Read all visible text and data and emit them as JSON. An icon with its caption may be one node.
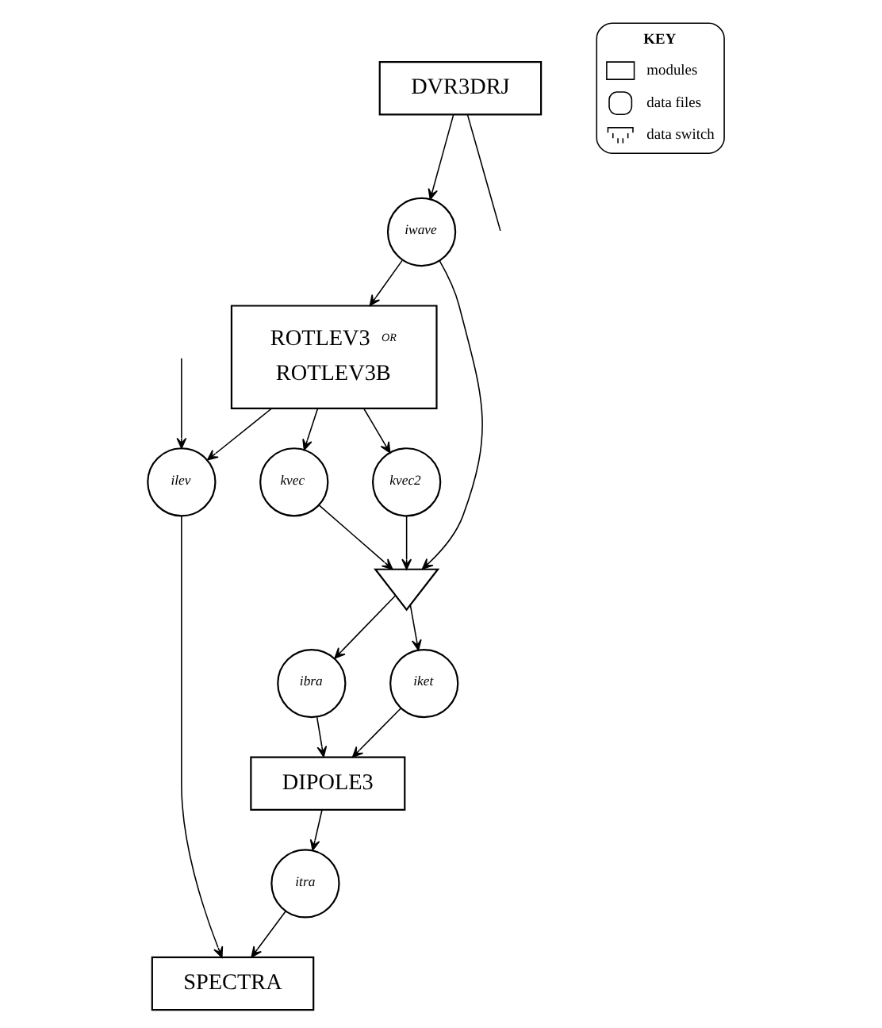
{
  "diagram": {
    "nodes": [
      {
        "text": [
          "DVR3DRJ"
        ]
      },
      {
        "text": [
          "iwave"
        ]
      },
      {
        "text": [
          "ROTLEV3",
          "OR",
          "ROTLEV3B"
        ]
      },
      {
        "text": [],
        "shape": "triangle"
      },
      {
        "text": [
          "kvec"
        ]
      },
      {
        "text": [
          "ilev"
        ]
      },
      {
        "text": [
          "ibra"
        ]
      },
      {
        "text": [
          "iket"
        ]
      },
      {
        "text": [
          "kvec2"
        ]
      },
      {
        "text": [
          "DIPOLE3"
        ]
      },
      {
        "text": [
          "itra"
        ]
      },
      {
        "text": [
          "SPECTRA"
        ]
      }
    ],
    "edges": [
      {
        "from": 0,
        "to": 1,
        "arrow": "to"
      },
      {
        "from": 0,
        "to": null,
        "arrow": "none"
      },
      {
        "from": 1,
        "to": 2,
        "arrow": "to"
      },
      {
        "from": 1,
        "to": 3,
        "arrow": "to"
      },
      {
        "from": 2,
        "to": 4,
        "arrow": "to"
      },
      {
        "from": 2,
        "to": 5,
        "arrow": "to"
      },
      {
        "from": 2,
        "to": 8,
        "arrow": "to"
      },
      {
        "from": 4,
        "to": 3,
        "arrow": "to"
      },
      {
        "from": 8,
        "to": 3,
        "arrow": "to"
      },
      {
        "from": null,
        "to": 5,
        "arrow": "to"
      },
      {
        "from": 3,
        "to": 6,
        "arrow": "to"
      },
      {
        "from": 3,
        "to": 7,
        "arrow": "to"
      },
      {
        "from": 6,
        "to": 9,
        "arrow": "to"
      },
      {
        "from": 7,
        "to": 9,
        "arrow": "to"
      },
      {
        "from": 5,
        "to": 11,
        "arrow": "to"
      },
      {
        "from": 9,
        "to": 10,
        "arrow": "to"
      },
      {
        "from": 10,
        "to": 11,
        "arrow": "to"
      }
    ],
    "labels": [
      "KEY"
    ],
    "legend": [
      {
        "text": "modules"
      },
      {
        "text": "data files"
      },
      {
        "text": "data switch"
      }
    ]
  }
}
